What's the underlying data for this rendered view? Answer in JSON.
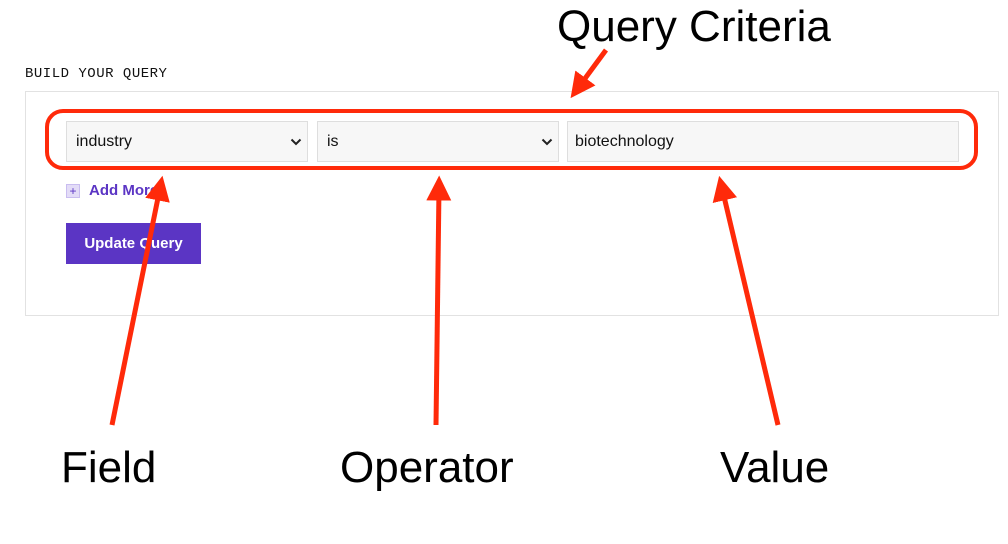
{
  "annotations": {
    "title": "Query Criteria",
    "labels": {
      "field": "Field",
      "operator": "Operator",
      "value": "Value"
    },
    "arrow_color": "#ff2a0a"
  },
  "query_builder": {
    "section_label": "BUILD YOUR QUERY",
    "field_select": {
      "selected": "industry"
    },
    "operator_select": {
      "selected": "is"
    },
    "value_input": {
      "value": "biotechnology"
    },
    "add_more": {
      "label": "Add More",
      "icon": "plus-icon"
    },
    "update_button": {
      "label": "Update Query"
    },
    "accent_color": "#5b35c4"
  }
}
